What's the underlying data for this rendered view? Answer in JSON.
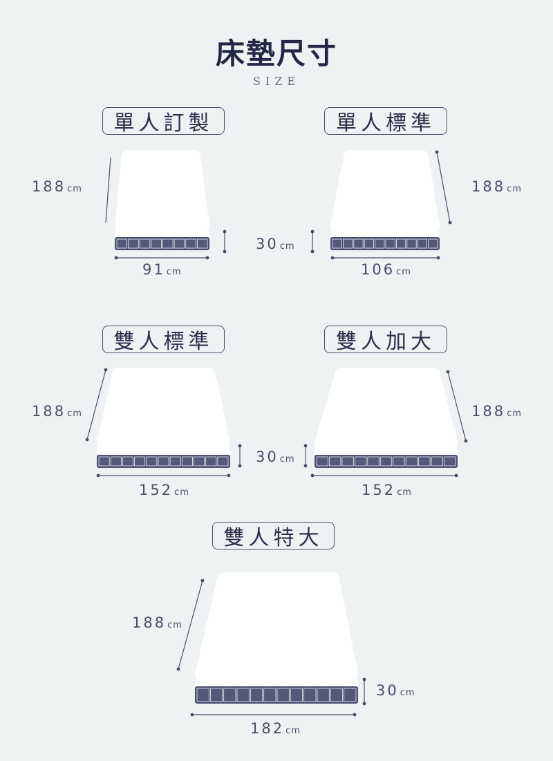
{
  "header": {
    "title": "床墊尺寸",
    "subtitle": "SIZE"
  },
  "sizes": [
    {
      "name": "單人訂製",
      "length": "188",
      "width": "91",
      "height": "30",
      "unit": "cm"
    },
    {
      "name": "單人標準",
      "length": "188",
      "width": "106",
      "unit": "cm"
    },
    {
      "name": "雙人標準",
      "length": "188",
      "width": "152",
      "height": "30",
      "unit": "cm"
    },
    {
      "name": "雙人加大",
      "length": "188",
      "width": "152",
      "unit": "cm"
    },
    {
      "name": "雙人特大",
      "length": "188",
      "width": "182",
      "height": "30",
      "unit": "cm"
    }
  ],
  "colors": {
    "background": "#eef2f3",
    "mattress_top": "#ffffff",
    "mattress_base": "#4b4e70",
    "line": "#4a4c68"
  }
}
